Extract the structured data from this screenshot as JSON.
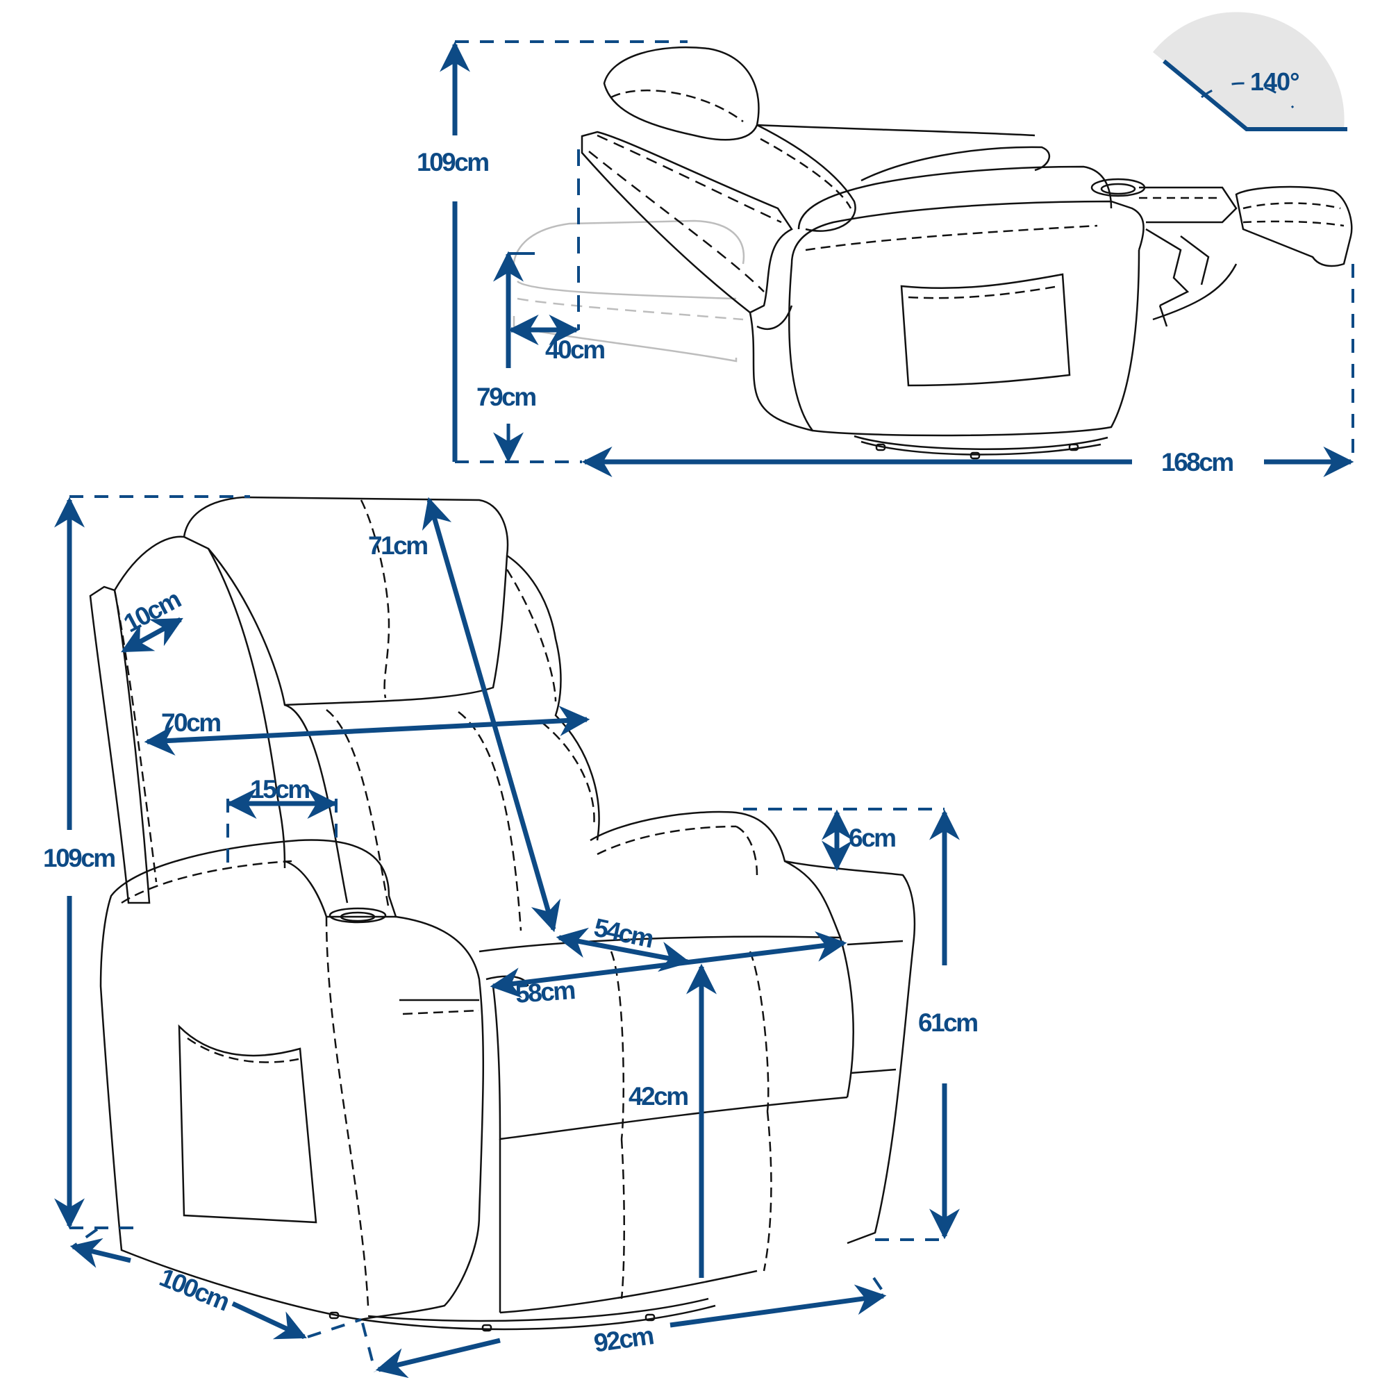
{
  "figure": {
    "title": "Recliner chair dimension diagram",
    "accent_color": "#0d4a85",
    "outline_color": "#111111",
    "ghost_outline_color": "#bdbdbd",
    "angle_fill_color": "#e6e6e6"
  },
  "reclined_view": {
    "recline_angle": "140°",
    "dimensions": {
      "total_height": "109cm",
      "seat_height_reclined": "79cm",
      "back_extension": "40cm",
      "total_length_reclined": "168cm"
    }
  },
  "front_view": {
    "dimensions": {
      "total_height": "109cm",
      "backrest_height": "71cm",
      "backrest_width": "70cm",
      "armrest_width": "15cm",
      "side_cushion_depth": "10cm",
      "armrest_rise": "6cm",
      "armrest_height": "61cm",
      "seat_width": "54cm",
      "seat_depth": "58cm",
      "seat_height": "42cm",
      "overall_depth": "100cm",
      "overall_width": "92cm"
    }
  }
}
